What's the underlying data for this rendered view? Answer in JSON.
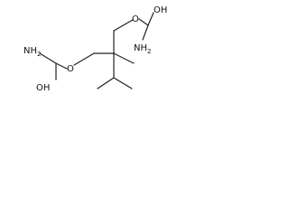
{
  "colors": {
    "background": "#ffffff",
    "bond": "#222222",
    "text": "#111111"
  },
  "labels": {
    "o_ester_top": "O",
    "oh_top": "OH",
    "nh2_top": "NH",
    "nh2_top_sub": "2",
    "nh2_left": "NH",
    "nh2_left_sub": "2",
    "o_ester_left": "O",
    "oh_left": "OH"
  }
}
